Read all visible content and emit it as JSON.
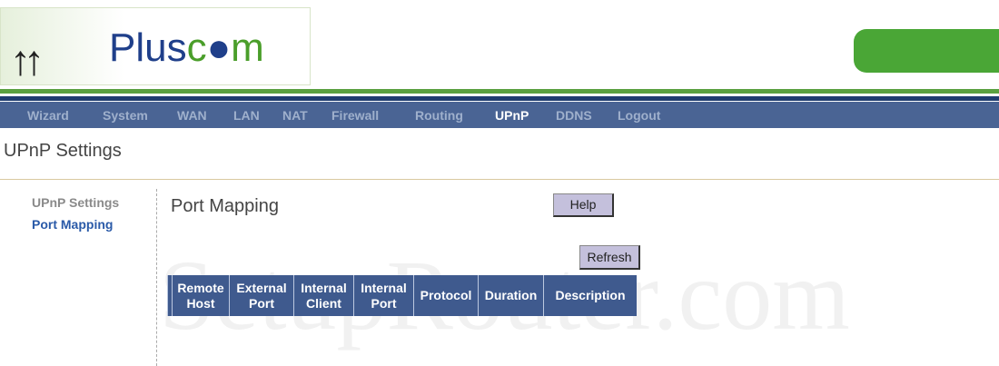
{
  "logo": {
    "text_a": "Plus",
    "text_b": "c",
    "text_c": "●",
    "text_d": "m"
  },
  "nav": [
    "Wizard",
    "System",
    "WAN",
    "LAN",
    "NAT",
    "Firewall",
    "Routing",
    "UPnP",
    "DDNS",
    "Logout"
  ],
  "page_title": "UPnP Settings",
  "sidebar": [
    {
      "label": "UPnP Settings"
    },
    {
      "label": "Port Mapping"
    }
  ],
  "section_title": "Port Mapping",
  "help_label": "Help",
  "refresh_label": "Refresh",
  "table": {
    "headers": [
      [
        "Remote",
        "Host"
      ],
      [
        "External",
        "Port"
      ],
      [
        "Internal",
        "Client"
      ],
      [
        "Internal",
        "Port"
      ],
      [
        "Protocol",
        ""
      ],
      [
        "Duration",
        ""
      ],
      [
        "Description",
        ""
      ]
    ]
  },
  "watermark": "SetupRouter.com"
}
